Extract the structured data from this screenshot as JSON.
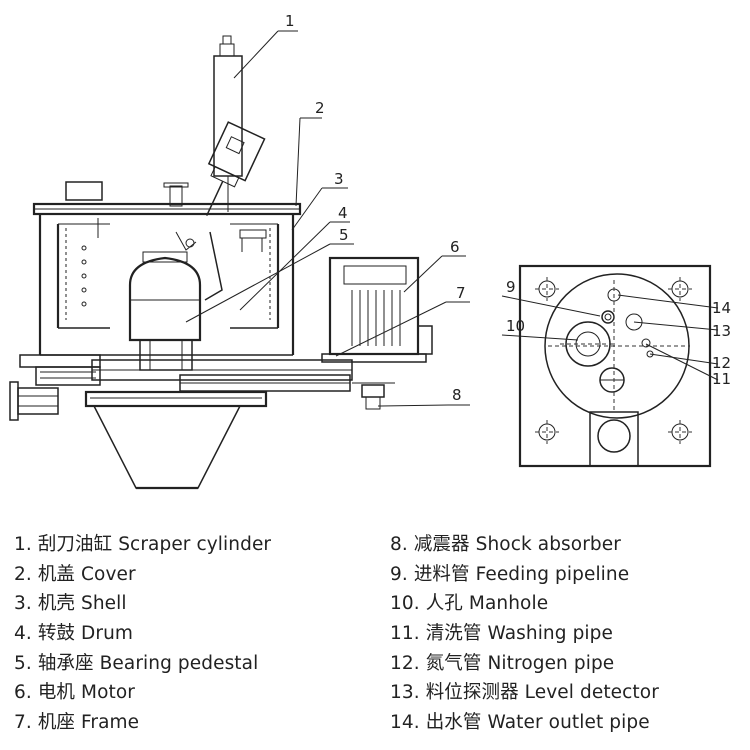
{
  "callouts": {
    "c1": "1",
    "c2": "2",
    "c3": "3",
    "c4": "4",
    "c5": "5",
    "c6": "6",
    "c7": "7",
    "c8": "8",
    "c9": "9",
    "c10": "10",
    "c11": "11",
    "c12": "12",
    "c13": "13",
    "c14": "14"
  },
  "legend": {
    "left": [
      "1. 刮刀油缸 Scraper cylinder",
      "2. 机盖 Cover",
      "3. 机壳 Shell",
      "4. 转鼓 Drum",
      "5. 轴承座 Bearing pedestal",
      "6. 电机 Motor",
      "7. 机座 Frame"
    ],
    "right": [
      "8. 减震器 Shock absorber",
      "9. 进料管 Feeding pipeline",
      "10. 人孔 Manhole",
      "11. 清洗管 Washing pipe",
      "12. 氮气管 Nitrogen pipe",
      "13. 料位探测器 Level detector",
      "14. 出水管 Water outlet pipe"
    ]
  }
}
